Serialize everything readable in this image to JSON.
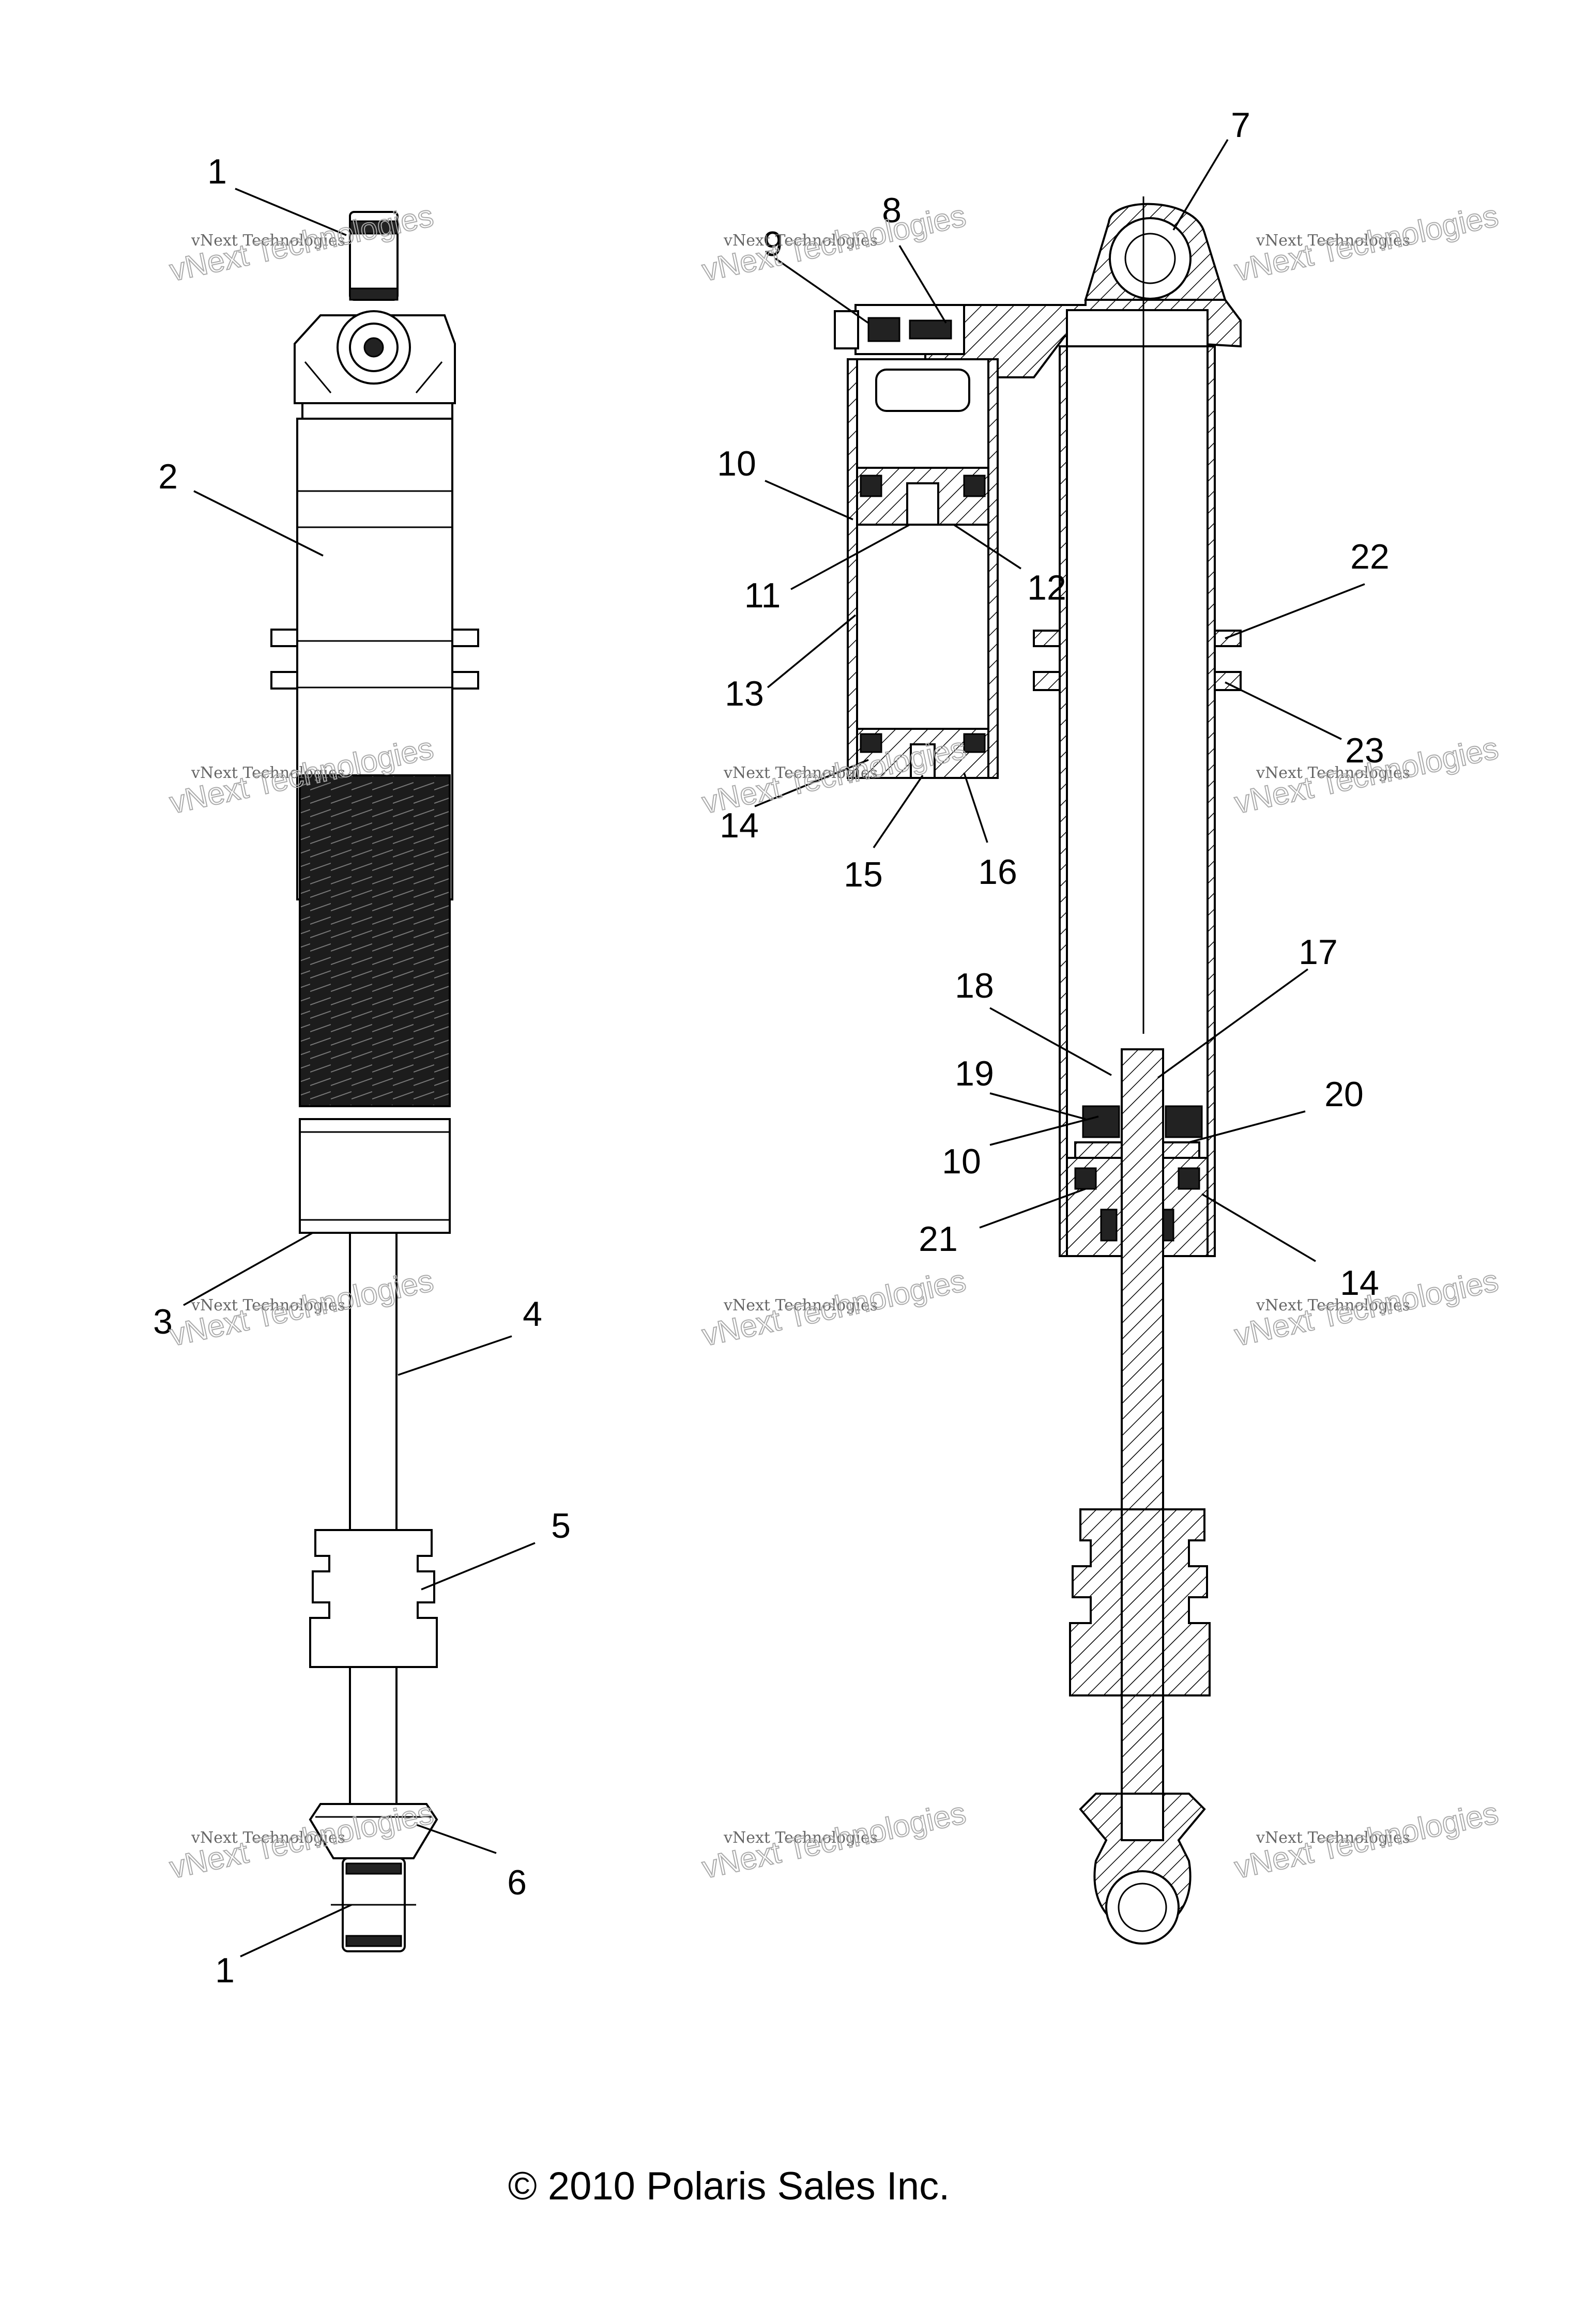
{
  "callouts": {
    "c1_top": "1",
    "c2": "2",
    "c3": "3",
    "c4": "4",
    "c5": "5",
    "c6": "6",
    "c1_bottom": "1",
    "c7": "7",
    "c8": "8",
    "c9": "9",
    "c10_top": "10",
    "c11": "11",
    "c12": "12",
    "c13": "13",
    "c14_left": "14",
    "c15": "15",
    "c16": "16",
    "c17": "17",
    "c18": "18",
    "c19": "19",
    "c10_bottom": "10",
    "c20": "20",
    "c21": "21",
    "c14_right": "14",
    "c22": "22",
    "c23": "23"
  },
  "watermark": {
    "line1": "vNext Technologies",
    "line2": "vNext Technologies"
  },
  "copyright": "© 2010 Polaris Sales Inc."
}
